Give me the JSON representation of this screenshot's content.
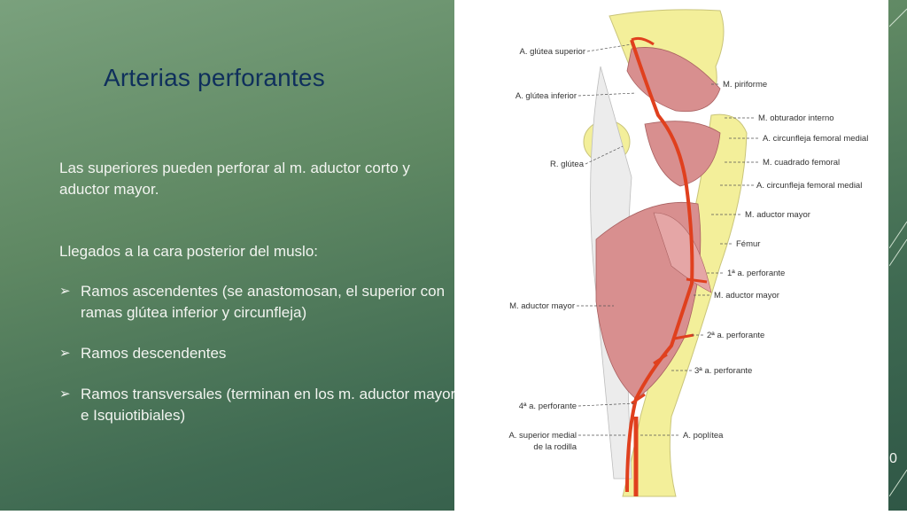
{
  "slide": {
    "title": "Arterias perforantes",
    "paragraph1": "Las superiores pueden perforar al m. aductor corto y aductor mayor.",
    "paragraph2": "Llegados a la cara posterior del muslo:",
    "bullets": [
      "Ramos ascendentes (se anastomosan, el superior con ramas glútea inferior y circunfleja)",
      "Ramos descendentes",
      "Ramos transversales (terminan en los m. aductor mayor e Isquiotibiales)"
    ],
    "page_number": "0"
  },
  "figure": {
    "labels_left": [
      "A. glútea superior",
      "A. glútea inferior",
      "R. glútea",
      "M. aductor mayor",
      "4ª a. perforante",
      "A. superior medial",
      "de la rodilla"
    ],
    "labels_right": [
      "M. piriforme",
      "M. obturador interno",
      "A. circunfleja femoral medial",
      "M. cuadrado femoral",
      "A. circunfleja femoral medial",
      "M. aductor mayor",
      "Fémur",
      "1ª a. perforante",
      "M. aductor mayor",
      "2ª a. perforante",
      "3ª a. perforante",
      "A. poplítea"
    ]
  },
  "colors": {
    "title": "#0f2f5c",
    "artery": "#e0401e",
    "muscle": "#d88f8f",
    "bone": "#f3ef9a"
  }
}
